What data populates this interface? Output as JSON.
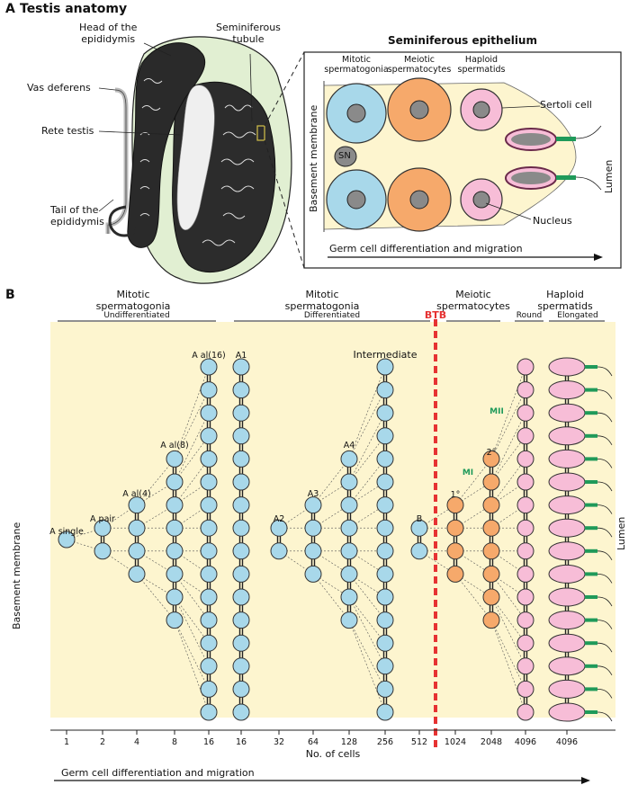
{
  "panel_a": {
    "letter": "A",
    "title": "Testis anatomy",
    "labels": {
      "head": "Head of the\nepididymis",
      "vas": "Vas deferens",
      "rete": "Rete testis",
      "tail": "Tail of the\nepididymis",
      "tubule": "Seminiferous\ntubule"
    },
    "inset": {
      "title": "Seminiferous epithelium",
      "col1": "Mitotic\nspermatogonia",
      "col2": "Meiotic\nspermatocytes",
      "col3": "Haploid\nspermatids",
      "sertoli": "Sertoli cell",
      "sn": "SN",
      "nucleus": "Nucleus",
      "basement": "Basement membrane",
      "lumen": "Lumen",
      "arrow": "Germ cell differentiation and migration"
    }
  },
  "panel_b": {
    "letter": "B",
    "groups": {
      "g1": "Mitotic\nspermatogonia",
      "g2": "Mitotic\nspermatogonia",
      "g3": "Meiotic\nspermatocytes",
      "g4": "Haploid\nspermatids"
    },
    "sub": {
      "undiff": "Undifferentiated",
      "diff": "Differentiated",
      "btb": "BTB",
      "round": "Round",
      "elong": "Elongated"
    },
    "stages": {
      "asingle": "A single",
      "apair": "A pair",
      "aal4": "A al(4)",
      "aal8": "A al(8)",
      "aal16": "A al(16)",
      "a1": "A1",
      "a2": "A2",
      "a3": "A3",
      "a4": "A4",
      "inter": "Intermediate",
      "b": "B",
      "first": "1°",
      "second": "2°",
      "mi": "MI",
      "mii": "MII"
    },
    "basement": "Basement membrane",
    "lumen": "Lumen",
    "counts": [
      "1",
      "2",
      "4",
      "8",
      "16",
      "16",
      "32",
      "64",
      "128",
      "256",
      "512",
      "1024",
      "2048",
      "4096",
      "4096"
    ],
    "xlabel": "No. of cells",
    "arrow": "Germ cell differentiation and migration"
  },
  "colors": {
    "spermatogonia": "#a8d8ea",
    "spermatocytes": "#f6a96b",
    "spermatids": "#f7bdd7",
    "background": "#fdf5cf",
    "btb": "#e63232",
    "tail": "#1f9a5a"
  }
}
